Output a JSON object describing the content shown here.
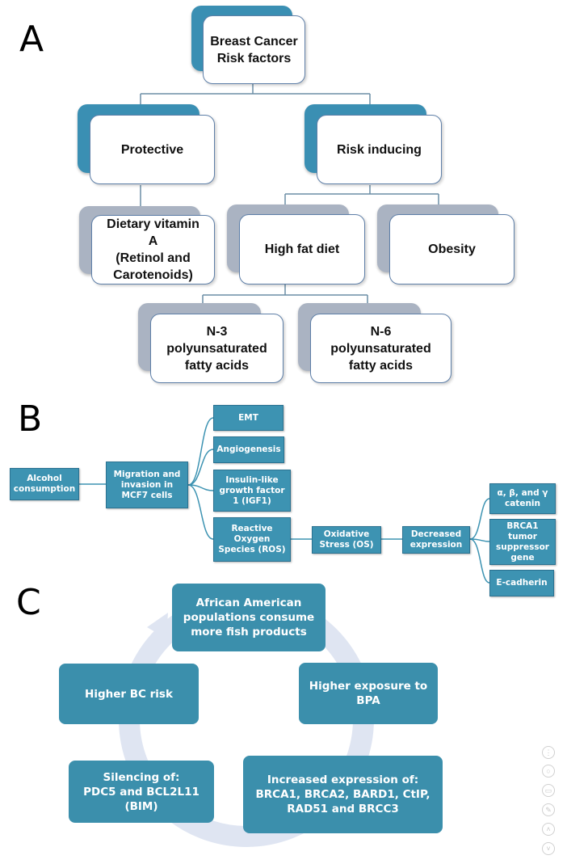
{
  "panels": {
    "a": {
      "label": "A",
      "root": "Breast Cancer\nRisk factors",
      "protective": "Protective",
      "risk_inducing": "Risk inducing",
      "dietary_vitamin": "Dietary vitamin\nA\n(Retinol and\nCarotenoids)",
      "high_fat_diet": "High fat diet",
      "obesity": "Obesity",
      "n3": "N-3\npolyunsaturated\nfatty acids",
      "n6": "N-6\npolyunsaturated\nfatty acids"
    },
    "b": {
      "label": "B",
      "alcohol": "Alcohol\nconsumption",
      "migration": "Migration and\ninvasion in\nMCF7 cells",
      "emt": "EMT",
      "angiogenesis": "Angiogenesis",
      "igf1": "Insulin-like\ngrowth factor\n1 (IGF1)",
      "ros": "Reactive\nOxygen\nSpecies (ROS)",
      "oxidative": "Oxidative\nStress (OS)",
      "decreased": "Decreased\nexpression",
      "catenin": "α, β, and γ\ncatenin",
      "brca1": "BRCA1\ntumor\nsuppressor\ngene",
      "ecadherin": "E-cadherin"
    },
    "c": {
      "label": "C",
      "african": "African American\npopulations consume\nmore fish products",
      "bpa": "Higher exposure to\nBPA",
      "increased": "Increased expression of:\nBRCA1, BRCA2, BARD1, CtIP,\nRAD51 and BRCC3",
      "silencing": "Silencing of:\nPDC5 and BCL2L11\n(BIM)",
      "higher_bc": "Higher BC risk"
    }
  },
  "side_icons": [
    "info-icon",
    "zoom-icon",
    "copy-icon",
    "edit-icon",
    "up-icon",
    "down-icon"
  ],
  "colors": {
    "teal": "#3d93b2",
    "shadow_blue": "#3a8fb3",
    "shadow_gray": "#aab3c2",
    "cycle_ring": "#dfe5f2"
  }
}
